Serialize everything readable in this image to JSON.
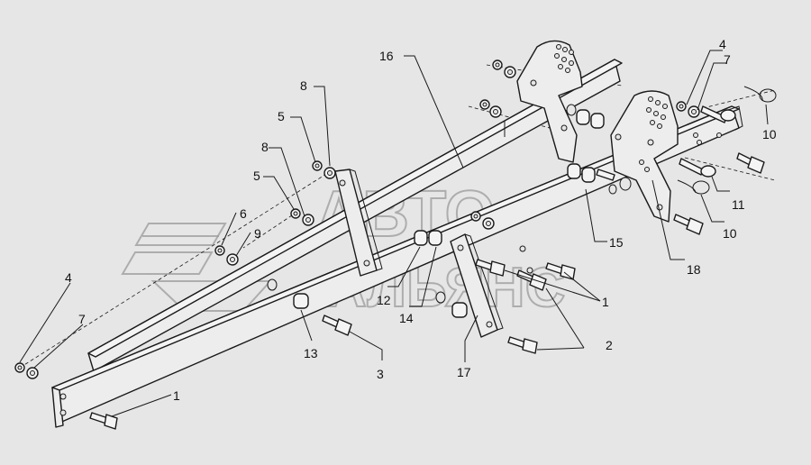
{
  "watermark": {
    "line1": "АВТО",
    "line2": "АЛЬЯНС"
  },
  "callouts": [
    {
      "id": "c4a",
      "label": "4"
    },
    {
      "id": "c7a",
      "label": "7"
    },
    {
      "id": "c1a",
      "label": "1"
    },
    {
      "id": "c8a",
      "label": "8"
    },
    {
      "id": "c5a",
      "label": "5"
    },
    {
      "id": "c8b",
      "label": "8"
    },
    {
      "id": "c5b",
      "label": "5"
    },
    {
      "id": "c6",
      "label": "6"
    },
    {
      "id": "c9",
      "label": "9"
    },
    {
      "id": "c16",
      "label": "16"
    },
    {
      "id": "c12",
      "label": "12"
    },
    {
      "id": "c14",
      "label": "14"
    },
    {
      "id": "c13",
      "label": "13"
    },
    {
      "id": "c3",
      "label": "3"
    },
    {
      "id": "c17",
      "label": "17"
    },
    {
      "id": "c2",
      "label": "2"
    },
    {
      "id": "c1b",
      "label": "1"
    },
    {
      "id": "c15",
      "label": "15"
    },
    {
      "id": "c18",
      "label": "18"
    },
    {
      "id": "c4b",
      "label": "4"
    },
    {
      "id": "c7b",
      "label": "7"
    },
    {
      "id": "c10a",
      "label": "10"
    },
    {
      "id": "c11",
      "label": "11"
    },
    {
      "id": "c10b",
      "label": "10"
    }
  ]
}
